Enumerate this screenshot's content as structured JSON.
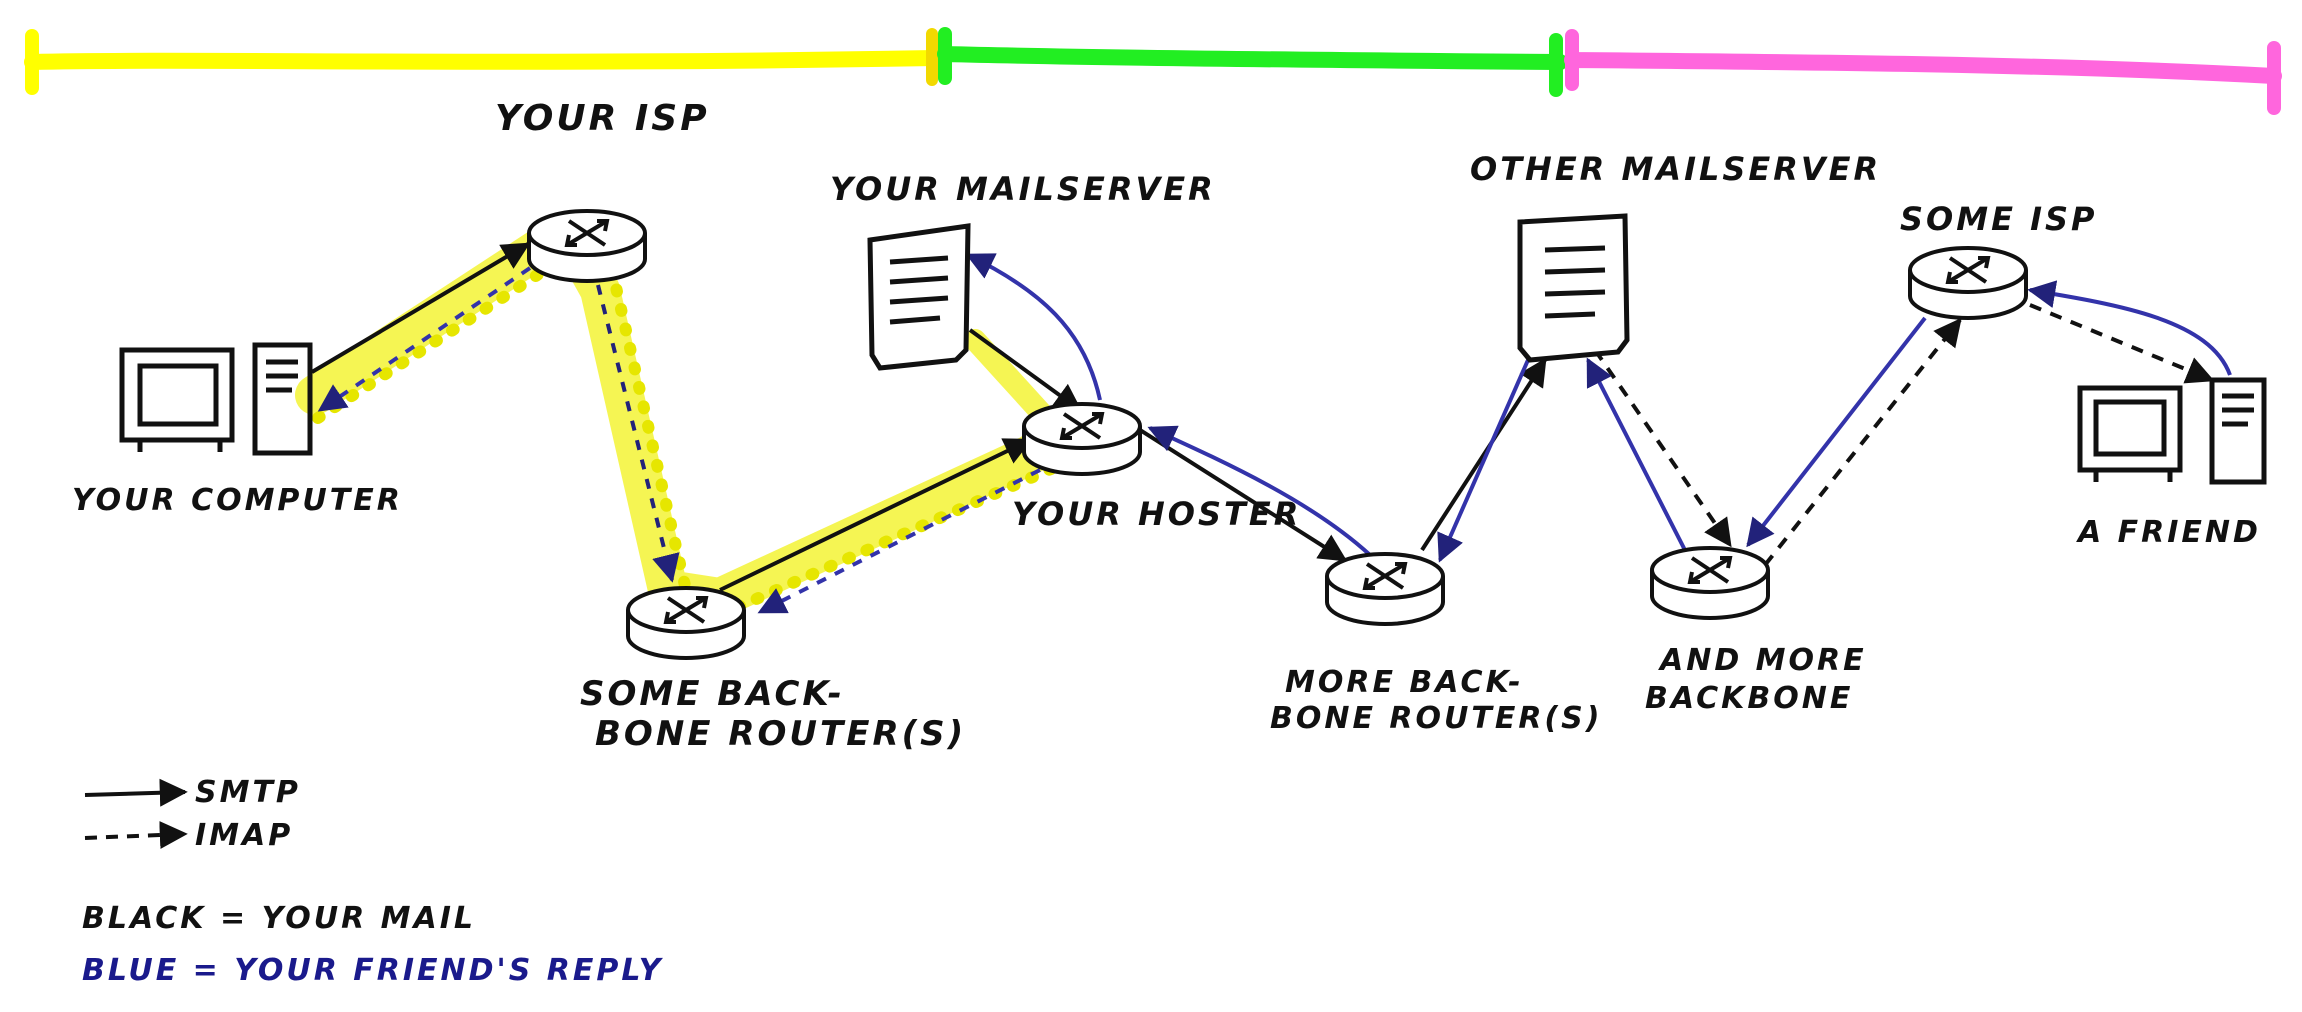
{
  "colors": {
    "ink": "#111111",
    "reply_blue": "#3333aa",
    "legend_blue": "#1a1a8c",
    "highlight_yellow": "#f2f21a",
    "segment_yellow": "#ffff00",
    "segment_green": "#22ee22",
    "segment_pink": "#ff66dd"
  },
  "nodes": {
    "your_computer": "YOUR COMPUTER",
    "your_isp": "YOUR ISP",
    "backbone_1_line1": "SOME BACK-",
    "backbone_1_line2": "BONE ROUTER(S)",
    "your_mailserver": "YOUR MAILSERVER",
    "your_hoster": "YOUR HOSTER",
    "backbone_2_line1": "MORE BACK-",
    "backbone_2_line2": "BONE ROUTER(S)",
    "other_mailserver": "OTHER MAILSERVER",
    "backbone_3_line1": "AND MORE",
    "backbone_3_line2": "BACKBONE",
    "some_isp": "SOME ISP",
    "a_friend": "A FRIEND"
  },
  "legend": {
    "smtp": "SMTP",
    "imap": "IMAP",
    "black_meaning": "BLACK = YOUR MAIL",
    "blue_meaning": "BLUE = YOUR FRIEND'S REPLY"
  },
  "icons": {
    "computer": "computer-icon",
    "router": "router-icon",
    "server": "server-document-icon"
  }
}
